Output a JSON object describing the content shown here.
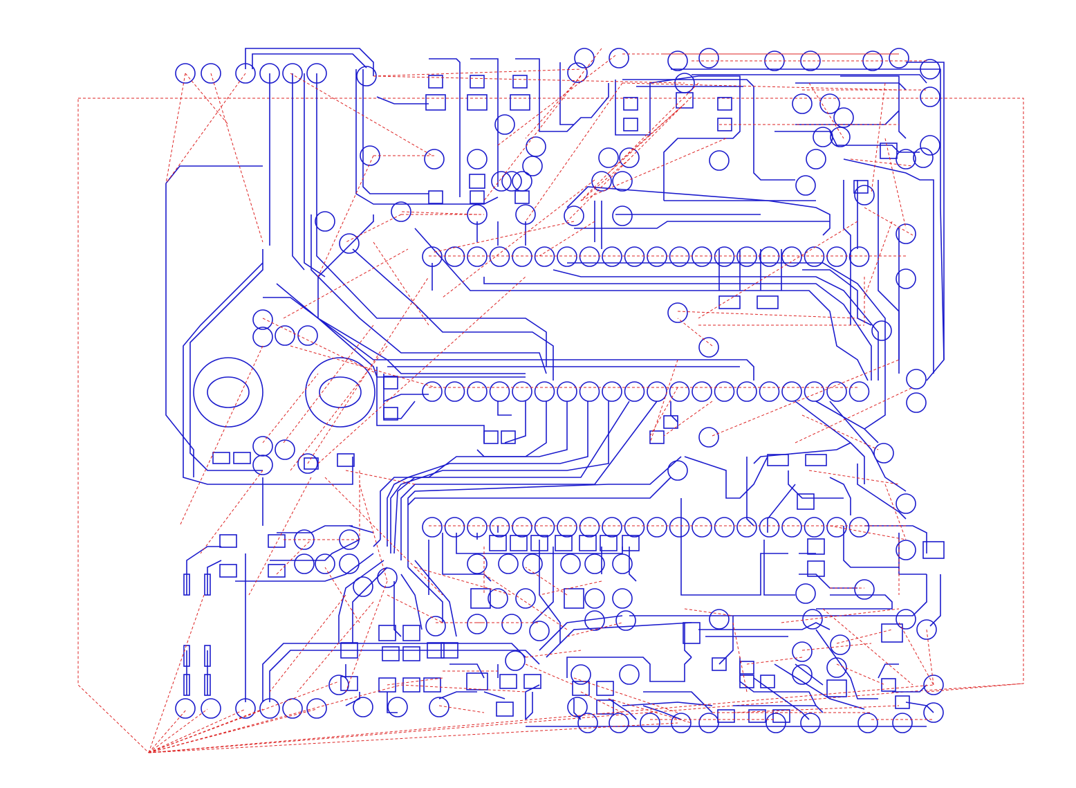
{
  "diagram": {
    "kind": "pcb-layout",
    "description_visible_text": "",
    "colors": {
      "background": "#ffffff",
      "copper_trace": "#1a1acc",
      "ratsnest": "#dd2222"
    },
    "layers": [
      "copper",
      "ratsnest",
      "board-outline"
    ]
  }
}
